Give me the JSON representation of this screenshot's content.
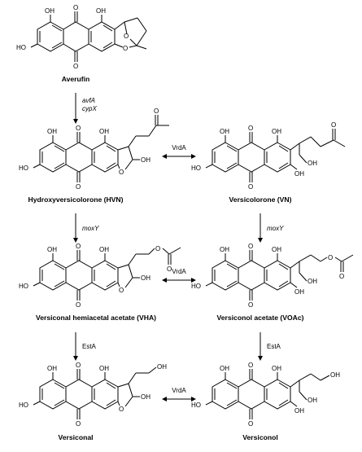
{
  "compounds": {
    "averufin": {
      "name": "Averufin"
    },
    "hvn": {
      "name": "Hydroxyversicolorone (HVN)"
    },
    "vn": {
      "name": "Versicolorone (VN)"
    },
    "vha": {
      "name": "Versiconal hemiacetal acetate (VHA)"
    },
    "voac": {
      "name": "Versiconol acetate (VOAc)"
    },
    "versiconal": {
      "name": "Versiconal"
    },
    "versiconol": {
      "name": "Versiconol"
    }
  },
  "atoms": {
    "hydroxyl": "OH",
    "ho": "HO",
    "oxygen": "O"
  },
  "arrows": {
    "averufin_to_hvn": {
      "gene1": "avfA",
      "gene2": "cypX"
    },
    "hvn_vn": {
      "label": "VrdA"
    },
    "hvn_to_vha": {
      "label": "moxY"
    },
    "vn_to_voac": {
      "label": "moxY"
    },
    "vha_voac": {
      "label": "VrdA"
    },
    "vha_to_versiconal": {
      "label": "EstA"
    },
    "voac_to_versiconol": {
      "label": "EstA"
    },
    "versiconal_versiconol": {
      "label": "VrdA"
    }
  }
}
